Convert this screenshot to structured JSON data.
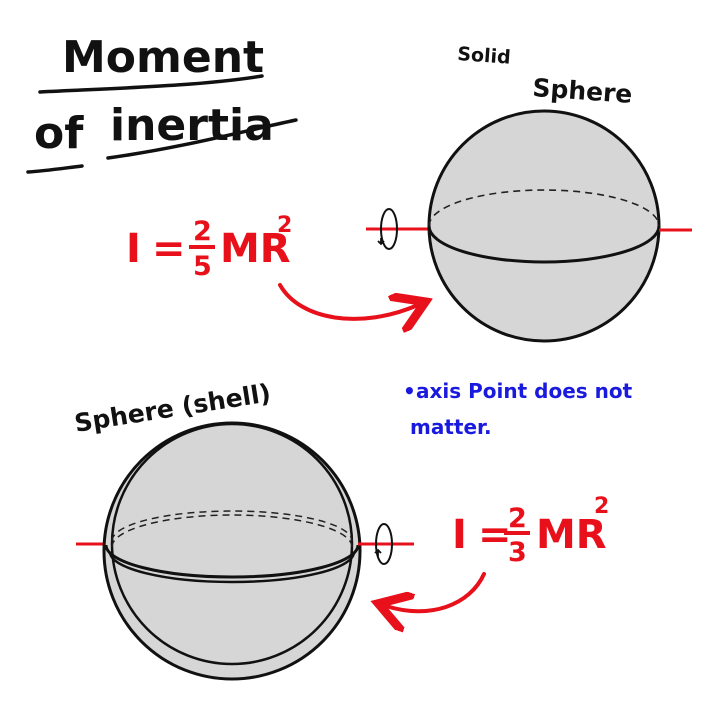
{
  "title": {
    "line1": "Moment",
    "line2_a": "of",
    "line2_b": "inertia"
  },
  "solid_sphere": {
    "label_top": "Solid",
    "label_bottom": "Sphere",
    "formula": {
      "lhs": "I",
      "eq": "=",
      "numerator": "2",
      "denominator": "5",
      "rest": "MR",
      "exponent": "2"
    }
  },
  "shell_sphere": {
    "label": "Sphere (shell)",
    "formula": {
      "lhs": "I",
      "eq": "=",
      "numerator": "2",
      "denominator": "3",
      "rest": "MR",
      "exponent": "2"
    }
  },
  "note": {
    "bullet": "•",
    "line1": "axis Point does not",
    "line2": "matter."
  },
  "colors": {
    "ink": "#111111",
    "accent_red": "#e8101a",
    "note_blue": "#1a1adf",
    "sphere_fill": "#d6d6d6"
  }
}
